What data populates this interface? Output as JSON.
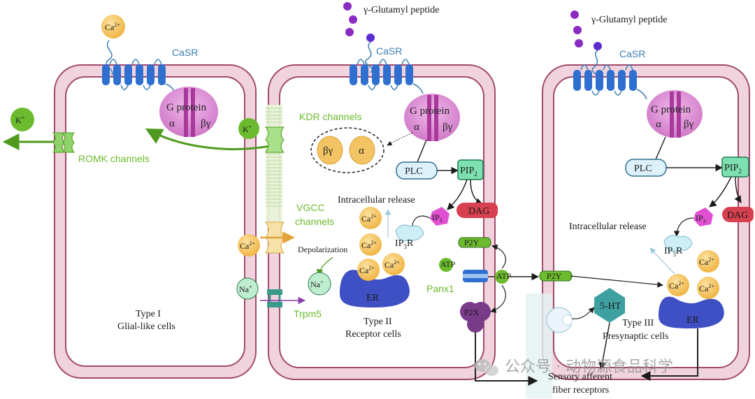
{
  "title_peptide_left": "γ-Glutamyl peptide",
  "title_peptide_right": "γ-Glutamyl peptide",
  "casr": "CaSR",
  "g_protein": "G protein",
  "alpha": "α",
  "beta_gamma": "βγ",
  "plc": "PLC",
  "pip2_main": "PIP",
  "pip2_sub": "2",
  "dag": "DAG",
  "ip3_main": "IP",
  "ip3_sub": "3",
  "ip3r_a": "IP",
  "ip3r_sub": "3",
  "ip3r_b": "R",
  "ca_main": "Ca",
  "ca_sup": "2+",
  "k_main": "K",
  "k_sup": "+",
  "na_main": "Na",
  "na_sup": "+",
  "er": "ER",
  "p2y": "P2Y",
  "p2x": "P2X",
  "atp": "ATP",
  "panx1": "Panx1",
  "serotonin": "5-HT",
  "kdr_channels": "KDR channels",
  "romk_channels": "ROMK channels",
  "vgcc_line1": "VGCC",
  "vgcc_line2": "channels",
  "depolarization": "Depolarization",
  "trpm5": "Trpm5",
  "intracellular_release": "Intracellular release",
  "cell1": {
    "line1": "Type I",
    "line2": "Glial-like cells"
  },
  "cell2": {
    "line1": "Type II",
    "line2": "Receptor cells"
  },
  "cell3": {
    "line1": "Type III",
    "line2": "Presynaptic cells"
  },
  "sensory_line1": "Sensory afferent",
  "sensory_line2": "fiber receptors",
  "watermark": "公众号 · 动物源食品科学",
  "colors": {
    "membrane": "#e8bccb",
    "membrane_stroke": "#a04a6e",
    "receptor_blue": "#2f6fd0",
    "gprotein": "#d98ad0",
    "calcium": "#f3c463",
    "potassium": "#6cbb2e",
    "sodium": "#bfeecf",
    "er_blue": "#3f4fc4",
    "pip_green": "#4fd49a",
    "dag_red": "#d6404f",
    "ip3_magenta": "#e050d0",
    "peptide_purple": "#8a2bc2",
    "p2x_purple": "#7a3a8a",
    "serotonin_teal": "#3ea0a0",
    "label_green": "#6cbb2e",
    "label_blue": "#3a7db3"
  }
}
